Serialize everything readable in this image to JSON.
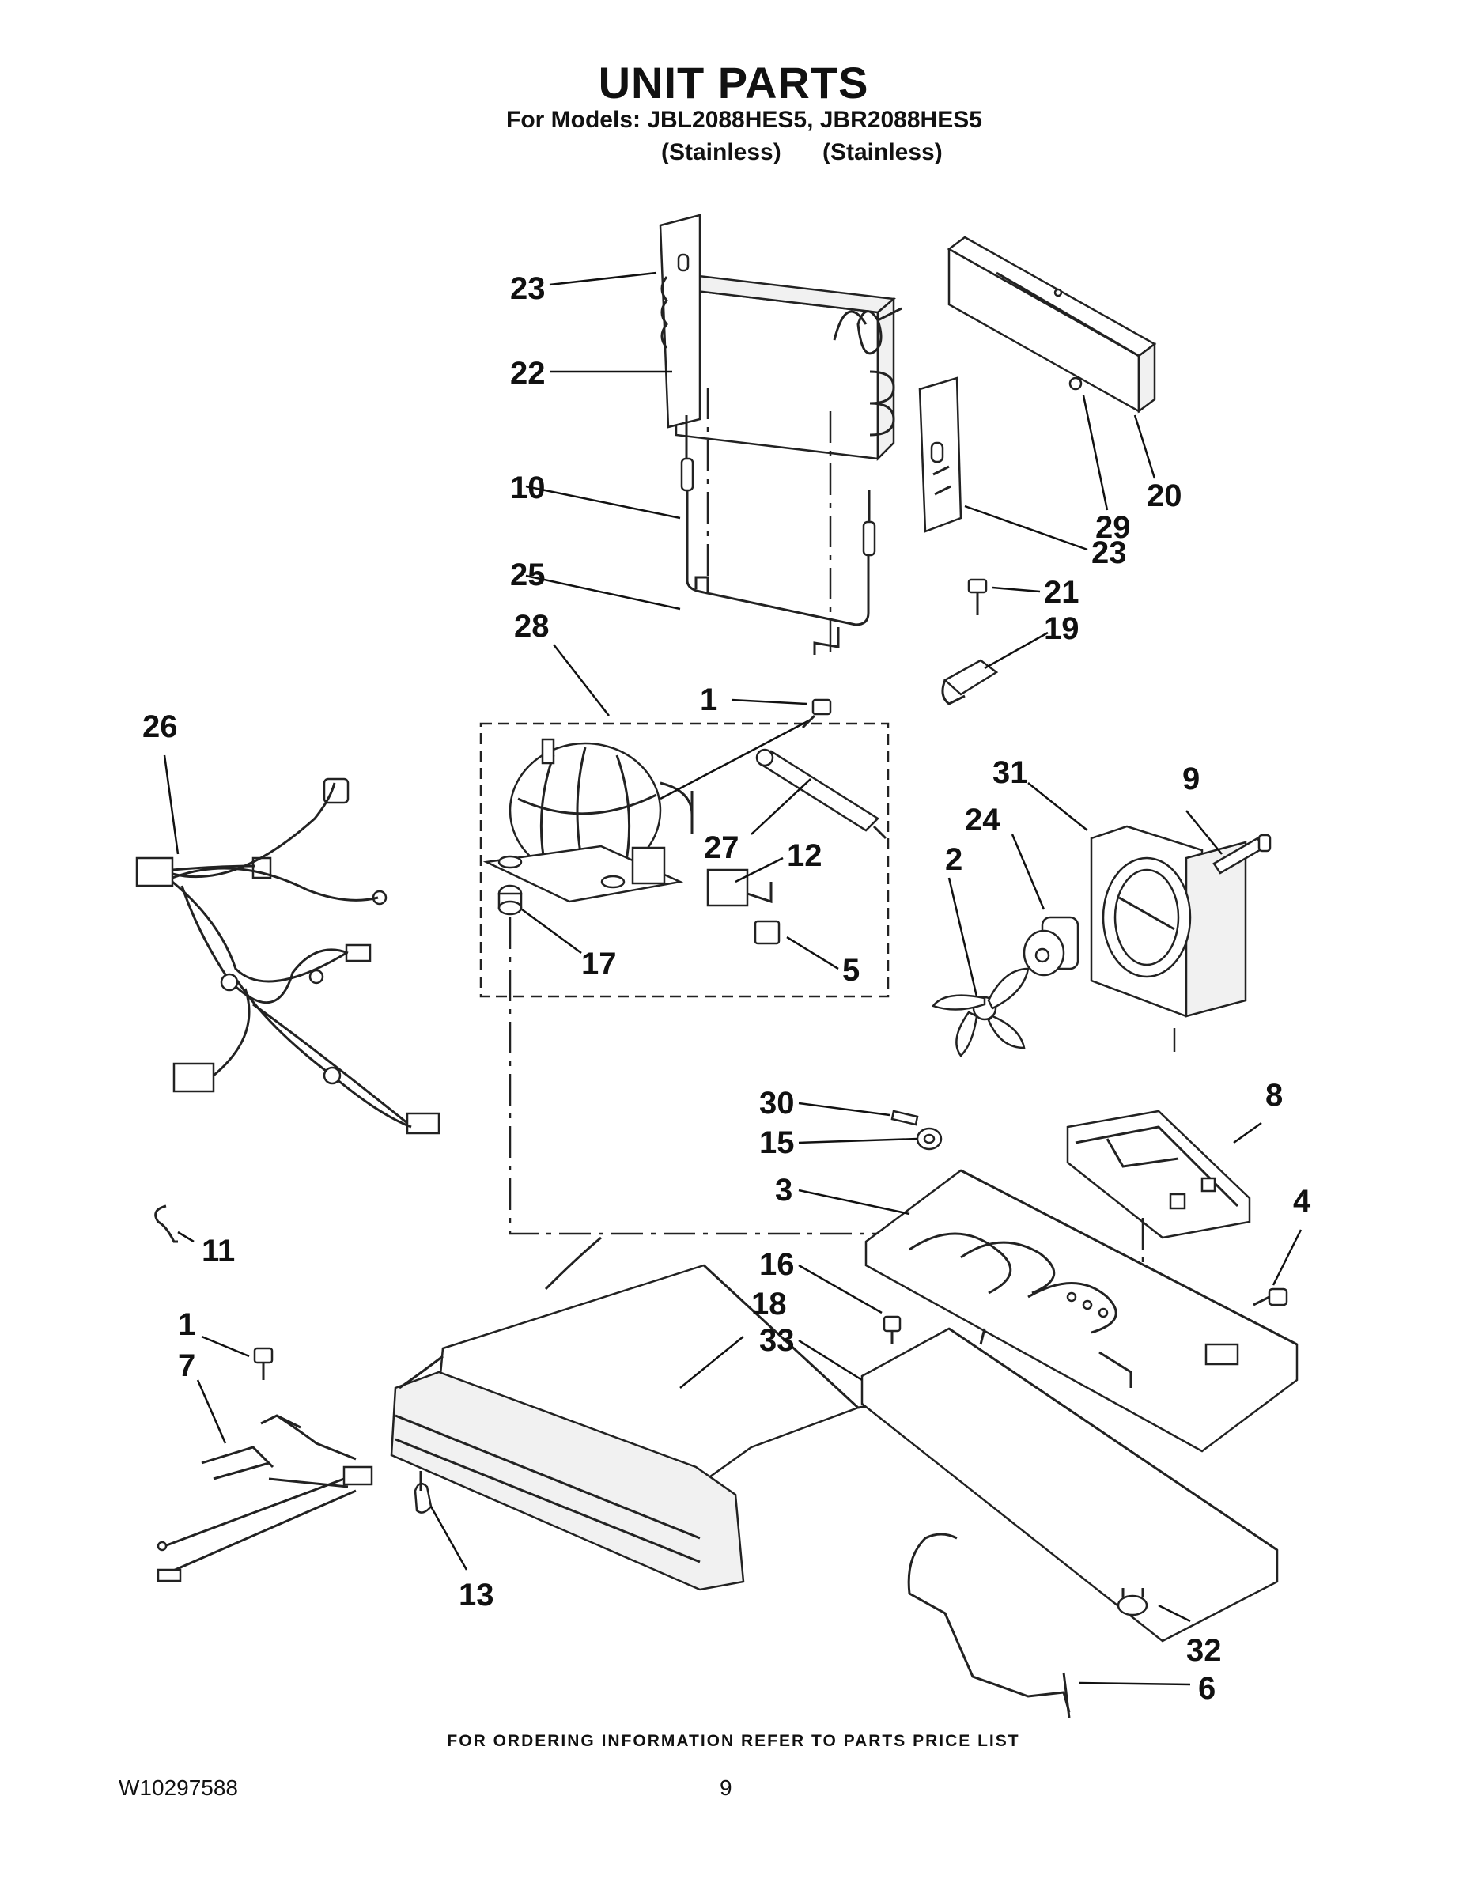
{
  "header": {
    "title": "UNIT PARTS",
    "models": "For Models: JBL2088HES5, JBR2088HES5",
    "finish_1": "(Stainless)",
    "finish_2": "(Stainless)"
  },
  "callouts": {
    "c23a": "23",
    "c22": "22",
    "c10": "10",
    "c25": "25",
    "c28": "28",
    "c1a": "1",
    "c26": "26",
    "c27": "27",
    "c12": "12",
    "c17": "17",
    "c5": "5",
    "c20": "20",
    "c29": "29",
    "c23b": "23",
    "c21": "21",
    "c19": "19",
    "c31": "31",
    "c9": "9",
    "c24": "24",
    "c2": "2",
    "c30": "30",
    "c15": "15",
    "c8": "8",
    "c3": "3",
    "c4": "4",
    "c11": "11",
    "c16": "16",
    "c18": "18",
    "c33": "33",
    "c1b": "1",
    "c7": "7",
    "c13": "13",
    "c32": "32",
    "c6": "6"
  },
  "footer": {
    "ordering_note": "FOR ORDERING INFORMATION REFER TO PARTS PRICE LIST",
    "doc_number": "W10297588",
    "page_number": "9"
  }
}
